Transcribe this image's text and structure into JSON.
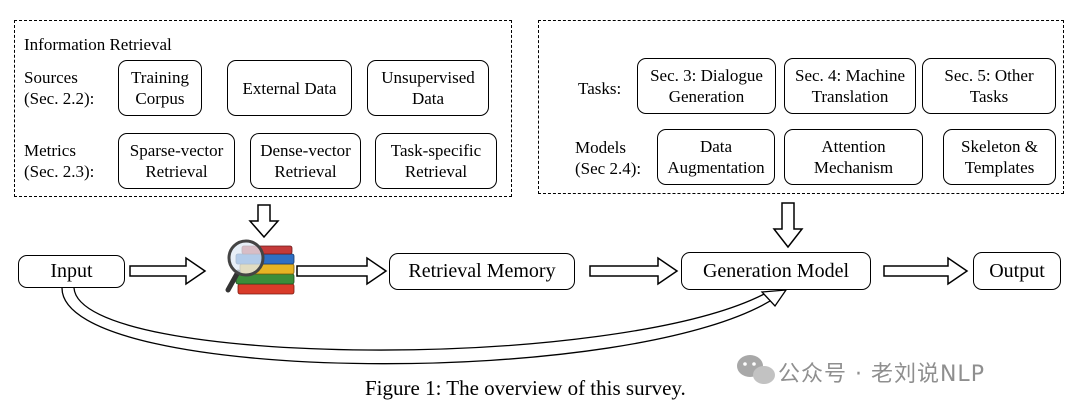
{
  "ir_panel": {
    "title": "Information Retrieval",
    "sources_label": "Sources\n(Sec. 2.2):",
    "sources": [
      "Training\nCorpus",
      "External Data",
      "Unsupervised\nData"
    ],
    "metrics_label": "Metrics\n(Sec. 2.3):",
    "metrics": [
      "Sparse-vector\nRetrieval",
      "Dense-vector\nRetrieval",
      "Task-specific\nRetrieval"
    ]
  },
  "gen_panel": {
    "tasks_label": "Tasks:",
    "tasks": [
      "Sec. 3: Dialogue\nGeneration",
      "Sec. 4: Machine\nTranslation",
      "Sec. 5: Other\nTasks"
    ],
    "models_label": "Models\n(Sec 2.4):",
    "models": [
      "Data\nAugmentation",
      "Attention\nMechanism",
      "Skeleton &\nTemplates"
    ]
  },
  "flow": {
    "input": "Input",
    "retrieval_memory": "Retrieval Memory",
    "generation_model": "Generation Model",
    "output": "Output"
  },
  "caption": "Figure 1: The overview of this survey.",
  "watermark": "公众号 · 老刘说NLP",
  "icons": {
    "retrieval": "magnifier-over-books-icon",
    "watermark": "wechat-icon"
  }
}
